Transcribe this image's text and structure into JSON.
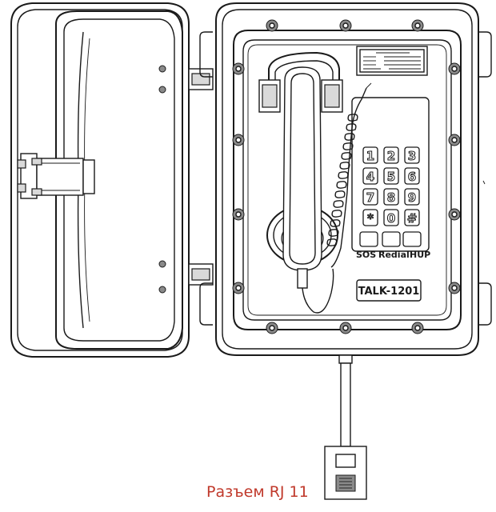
{
  "diagram": {
    "model_label": "TALK-1201",
    "keypad": [
      "1",
      "2",
      "3",
      "4",
      "5",
      "6",
      "7",
      "8",
      "9",
      "*",
      "0",
      "#"
    ],
    "function_keys": [
      "SOS",
      "Redial",
      "HUP"
    ],
    "connector_caption": "Разъем RJ 11",
    "caption_color": "#c0392b"
  }
}
